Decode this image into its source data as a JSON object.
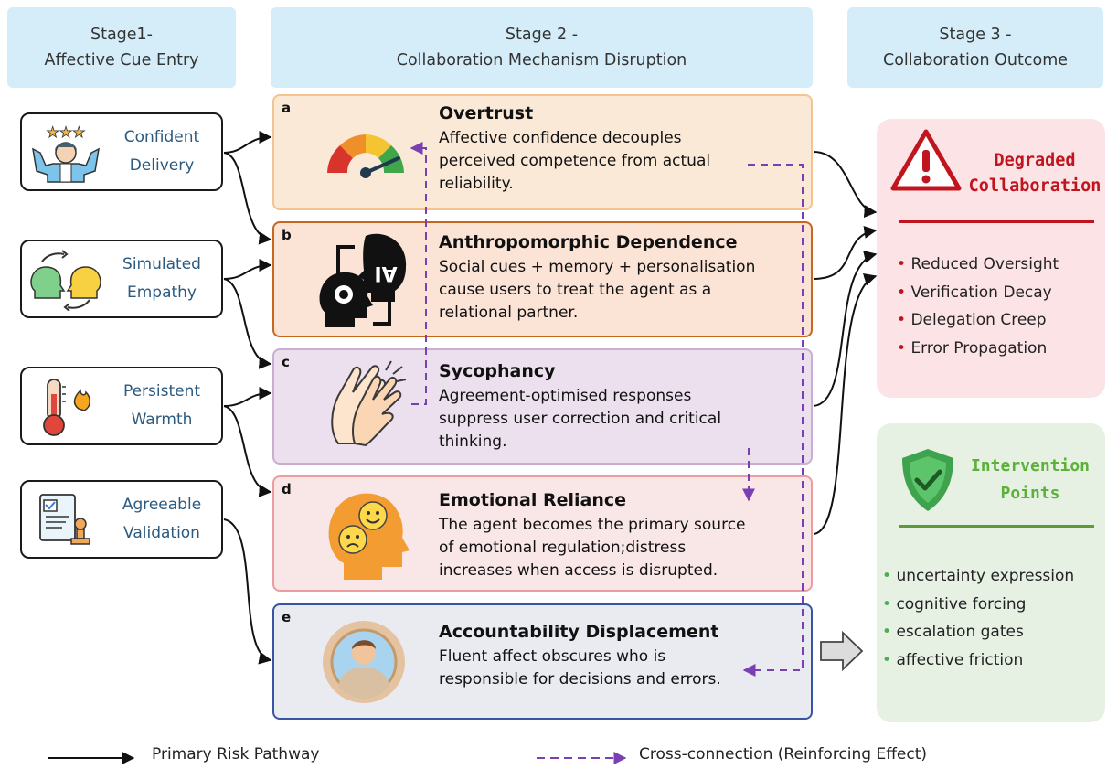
{
  "stages": [
    {
      "line1": "Stage1-",
      "line2": "Affective Cue Entry"
    },
    {
      "line1": "Stage 2 -",
      "line2": "Collaboration Mechanism Disruption"
    },
    {
      "line1": "Stage 3 -",
      "line2": "Collaboration Outcome"
    }
  ],
  "cues": [
    {
      "line1": "Confident",
      "line2": "Delivery"
    },
    {
      "line1": "Simulated",
      "line2": "Empathy"
    },
    {
      "line1": "Persistent",
      "line2": "Warmth"
    },
    {
      "line1": "Agreeable",
      "line2": "Validation"
    }
  ],
  "mechanisms": [
    {
      "tag": "a",
      "title": "Overtrust",
      "desc": [
        "Affective confidence decouples",
        "perceived competence from actual",
        "reliability."
      ]
    },
    {
      "tag": "b",
      "title": "Anthropomorphic Dependence",
      "desc": [
        "Social cues + memory + personalisation",
        "cause users to treat the agent as a",
        "relational partner."
      ]
    },
    {
      "tag": "c",
      "title": "Sycophancy",
      "desc": [
        "Agreement-optimised responses",
        "suppress user correction and critical",
        "thinking."
      ]
    },
    {
      "tag": "d",
      "title": "Emotional Reliance",
      "desc": [
        "The agent becomes the primary source",
        "of emotional regulation;distress",
        "increases when access is disrupted."
      ]
    },
    {
      "tag": "e",
      "title": "Accountability Displacement",
      "desc": [
        "Fluent affect obscures who is",
        "responsible for decisions and errors."
      ]
    }
  ],
  "outcome": {
    "title_line1": "Degraded",
    "title_line2": "Collaboration",
    "bullets": [
      "Reduced Oversight",
      "Verification Decay",
      "Delegation Creep",
      "Error Propagation"
    ]
  },
  "intervention": {
    "title_line1": "Intervention",
    "title_line2": "Points",
    "bullets": [
      "uncertainty expression",
      "cognitive forcing",
      "escalation gates",
      "affective friction"
    ]
  },
  "icon_text": {
    "ai_label": "AI"
  },
  "legend": {
    "solid": "Primary Risk Pathway",
    "dashed": "Cross-connection (Reinforcing Effect)"
  },
  "colors": {
    "header_bg": "#d4edf8",
    "cue_text": "#2a5a80",
    "card_a": "#fbe9d7",
    "card_b": "#fbe3d6",
    "card_c": "#ece0ee",
    "card_d": "#f9e6e7",
    "card_e": "#e9ebf1",
    "degraded_red": "#c0141e",
    "intervention_green": "#2e8b2e",
    "dashed_arrow": "#7a3fb1"
  }
}
